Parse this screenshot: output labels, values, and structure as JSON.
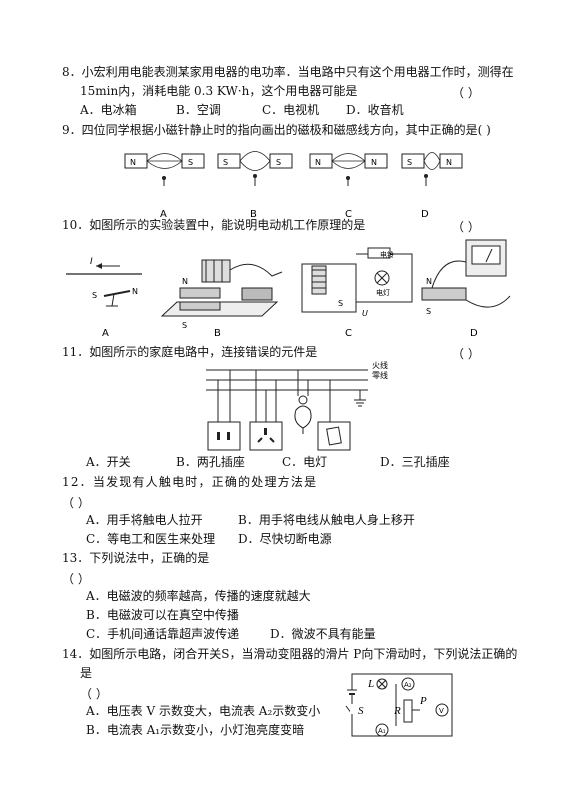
{
  "q8": {
    "line1": "8．小宏利用电能表测某家用电器的电功率．当电路中只有这个用电器工作时，测得在",
    "line2": "15min内，消耗电能 0.3 KW·h，这个用电器可能是",
    "paren": "（        ）",
    "options": [
      "A．电冰箱",
      "B．空调",
      "C．电视机",
      "D．收音机"
    ]
  },
  "q9": {
    "line1": "9．四位同学根据小磁针静止时的指向画出的磁极和磁感线方向，其中正确的是(        )",
    "labels": [
      "A",
      "B",
      "C",
      "D"
    ],
    "magnet_letters": [
      "N",
      "S",
      "N",
      "S"
    ]
  },
  "q10": {
    "line1": "10．如图所示的实验装置中，能说明电动机工作原理的是",
    "paren": "（        ）",
    "labels": [
      "A",
      "B",
      "C",
      "D"
    ],
    "fig_text": {
      "current": "I",
      "s": "S",
      "n": "N",
      "bell": "电铃",
      "lamp": "电灯",
      "u": "U"
    }
  },
  "q11": {
    "line1": "11．如图所示的家庭电路中，连接错误的元件是",
    "paren": "（        ）",
    "live": "火线",
    "neutral": "零线",
    "options": [
      "A．开关",
      "B．两孔插座",
      "C．电灯",
      "D．三孔插座"
    ]
  },
  "q12": {
    "line1": "12．当发现有人触电时，正确的处理方法是",
    "paren": "（        ）",
    "options": [
      "A．用手将触电人拉开",
      "B．用手将电线从触电人身上移开",
      "C．等电工和医生来处理",
      "D．尽快切断电源"
    ]
  },
  "q13": {
    "line1": "13．下列说法中，正确的是",
    "paren": "（        ）",
    "options": [
      "A．电磁波的频率越高，传播的速度就越大",
      "B．电磁波可以在真空中传播",
      "C．手机间通话靠超声波传递",
      "D．微波不具有能量"
    ]
  },
  "q14": {
    "line1": "14．如图所示电路，闭合开关S，当滑动变阻器的滑片 P向下滑动时，下列说法正确的",
    "line2": "是",
    "paren": "（        ）",
    "options": [
      "A．电压表 V 示数变大，电流表 A₂示数变小",
      "B．电流表 A₁示数变小，小灯泡亮度变暗"
    ],
    "fig_text": {
      "l": "L",
      "a1": "A₁",
      "a2": "A₂",
      "v": "V",
      "r": "R",
      "p": "P",
      "s": "S"
    }
  }
}
